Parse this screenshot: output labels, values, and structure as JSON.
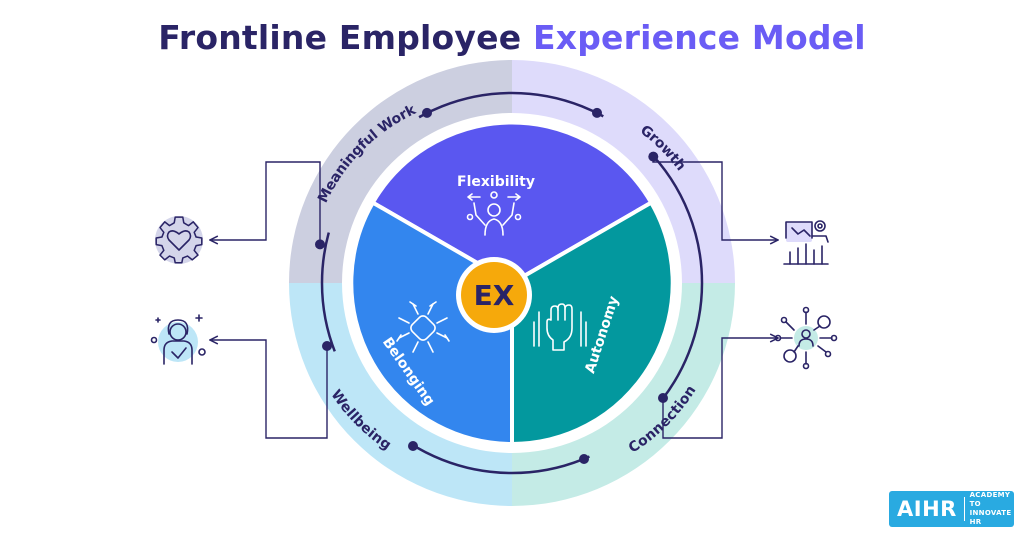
{
  "header": {
    "title_part1": "Frontline Employee",
    "title_part2": "Experience Model"
  },
  "outer_ring": {
    "labels": [
      "Meaningful Work",
      "Growth",
      "Connection",
      "Wellbeing"
    ]
  },
  "inner_pie": {
    "segments": [
      {
        "label": "Flexibility",
        "color": "#5a57f0",
        "icon": "juggling-person-icon"
      },
      {
        "label": "Autonomy",
        "color": "#03989e",
        "icon": "raised-fist-icon"
      },
      {
        "label": "Belonging",
        "color": "#3386ee",
        "icon": "linked-hands-icon"
      }
    ],
    "center_label": "EX",
    "center_color": "#f6a90b"
  },
  "side_icons": {
    "left_top": "heart-gear-icon",
    "left_bottom": "happy-person-icon",
    "right_top": "growth-chart-icon",
    "right_bottom": "network-people-icon"
  },
  "logo": {
    "main": "AIHR",
    "sub": "ACADEMY TO\nINNOVATE HR"
  },
  "colors": {
    "title_dark": "#2a2466",
    "title_accent": "#6a5cf5",
    "ring_top_left": "#cccfe0",
    "ring_top_right": "#dedbfb",
    "ring_bottom_left": "#bde6f7",
    "ring_bottom_right": "#c4ebe6",
    "connector": "#2a2466"
  }
}
